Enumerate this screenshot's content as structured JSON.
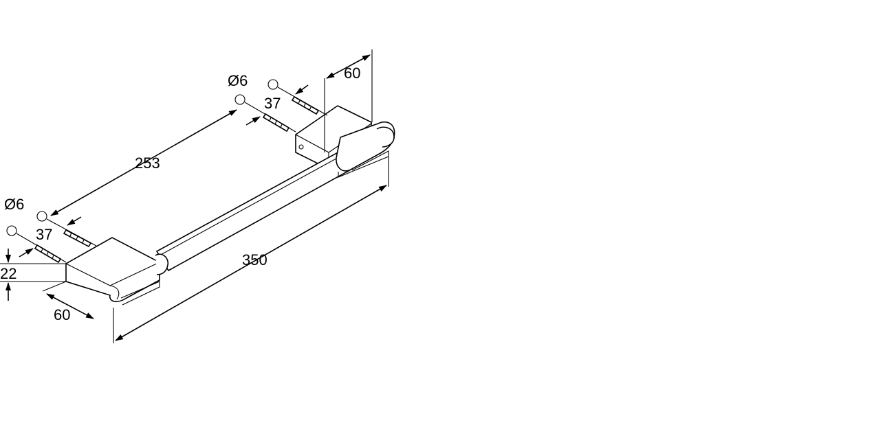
{
  "diagram": {
    "type": "isometric dimensioned drawing",
    "dimensions": {
      "overall_length": "350",
      "center_distance": "253",
      "depth_right": "60",
      "depth_left": "60",
      "height": "22",
      "anchor_length_right": "37",
      "anchor_length_left": "37",
      "hole_diameter_right": "Ø6",
      "hole_diameter_left": "Ø6"
    },
    "colors": {
      "line": "#000000",
      "background": "#ffffff"
    }
  }
}
